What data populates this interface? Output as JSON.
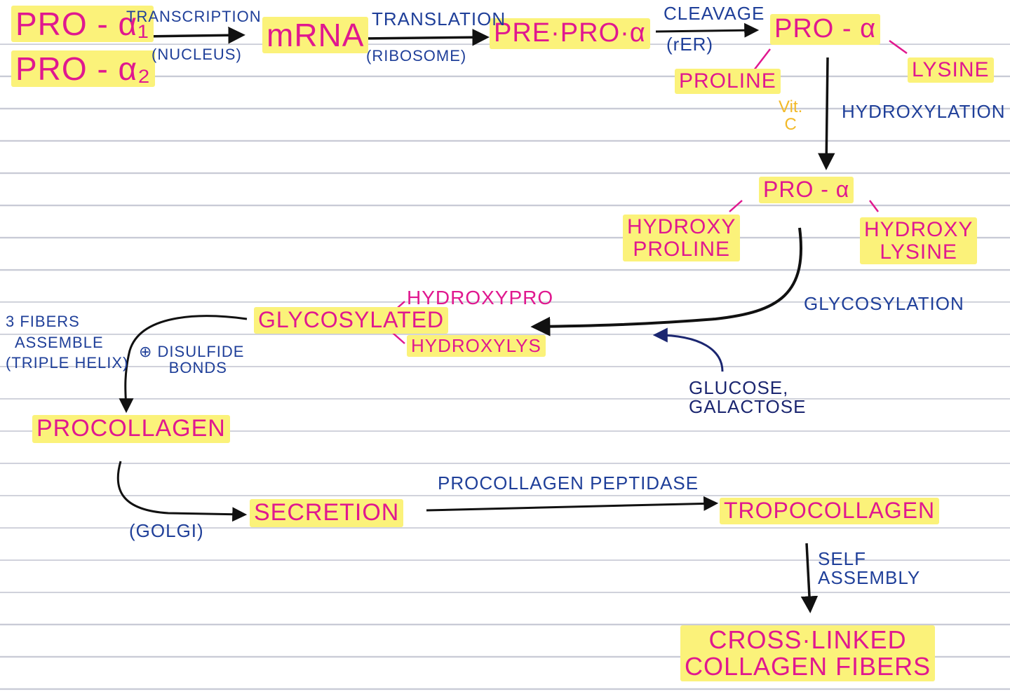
{
  "nodes": {
    "pro_alpha_1": "PRO - α₁",
    "pro_alpha_2": "PRO - α₂",
    "mrna": "mRNA",
    "pre_pro_alpha": "PRE·PRO·α",
    "pro_alpha_top": "PRO - α",
    "proline": "PROLINE",
    "lysine": "LYSINE",
    "pro_alpha_mid": "PRO - α",
    "hydroxyproline": "HYDROXY\nPROLINE",
    "hydroxylysine": "HYDROXY\nLYSINE",
    "glycosylated": "GLYCOSYLATED",
    "hydroxypro": "HYDROXYPRO",
    "hydroxylys": "HYDROXYLYS",
    "procollagen": "PROCOLLAGEN",
    "secretion": "SECRETION",
    "tropocollagen": "TROPOCOLLAGEN",
    "cross_linked": "CROSS·LINKED\nCOLLAGEN FIBERS"
  },
  "labels": {
    "transcription": "TRANSCRIPTION",
    "nucleus": "(NUCLEUS)",
    "translation": "TRANSLATION",
    "ribosome": "(RIBOSOME)",
    "cleavage": "CLEAVAGE",
    "rer": "(rER)",
    "vit_c": "Vit.\nC",
    "hydroxylation": "HYDROXYLATION",
    "glycosylation": "GLYCOSYLATION",
    "glucose_galactose": "GLUCOSE,\nGALACTOSE",
    "three_fibers": "3 FIBERS\n  ASSEMBLE\n(TRIPLE HELIX)",
    "disulfide": "⊕ DISULFIDE\n      BONDS",
    "golgi": "(GOLGI)",
    "procollagen_peptidase": "PROCOLLAGEN  PEPTIDASE",
    "self_assembly": "SELF\nASSEMBLY"
  },
  "colors": {
    "node_text": "#e0188f",
    "highlight": "#fbf27a",
    "label_text": "#1f3f99",
    "vitamin_text": "#f2b928",
    "arrow": "#111111",
    "glucose_arrow": "#1b2670"
  }
}
